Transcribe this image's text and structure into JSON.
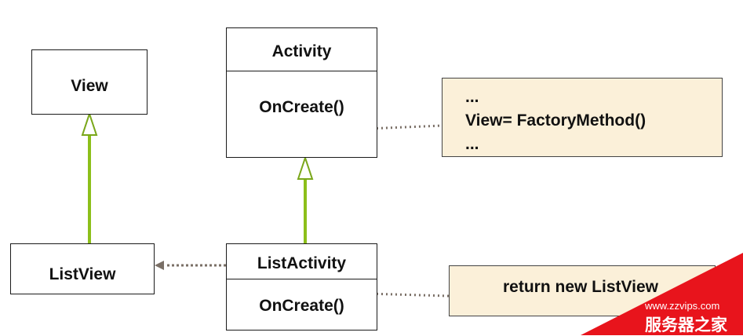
{
  "classes": {
    "view": {
      "name": "View"
    },
    "activity": {
      "name": "Activity",
      "method": "OnCreate()"
    },
    "listview": {
      "name": "ListView"
    },
    "listactivity": {
      "name": "ListActivity",
      "method": "OnCreate()"
    }
  },
  "notes": {
    "factory": {
      "lines": [
        "...",
        "View= FactoryMethod()",
        "..."
      ]
    },
    "return": {
      "text": "return new ListView"
    }
  },
  "watermark": {
    "url": "www.zzvips.com",
    "name": "服务器之家"
  },
  "colors": {
    "inheritance": "#8cbf1a",
    "note_fill": "#fbf0d9",
    "dotted": "#7a6f66",
    "watermark": "#e8141c"
  }
}
